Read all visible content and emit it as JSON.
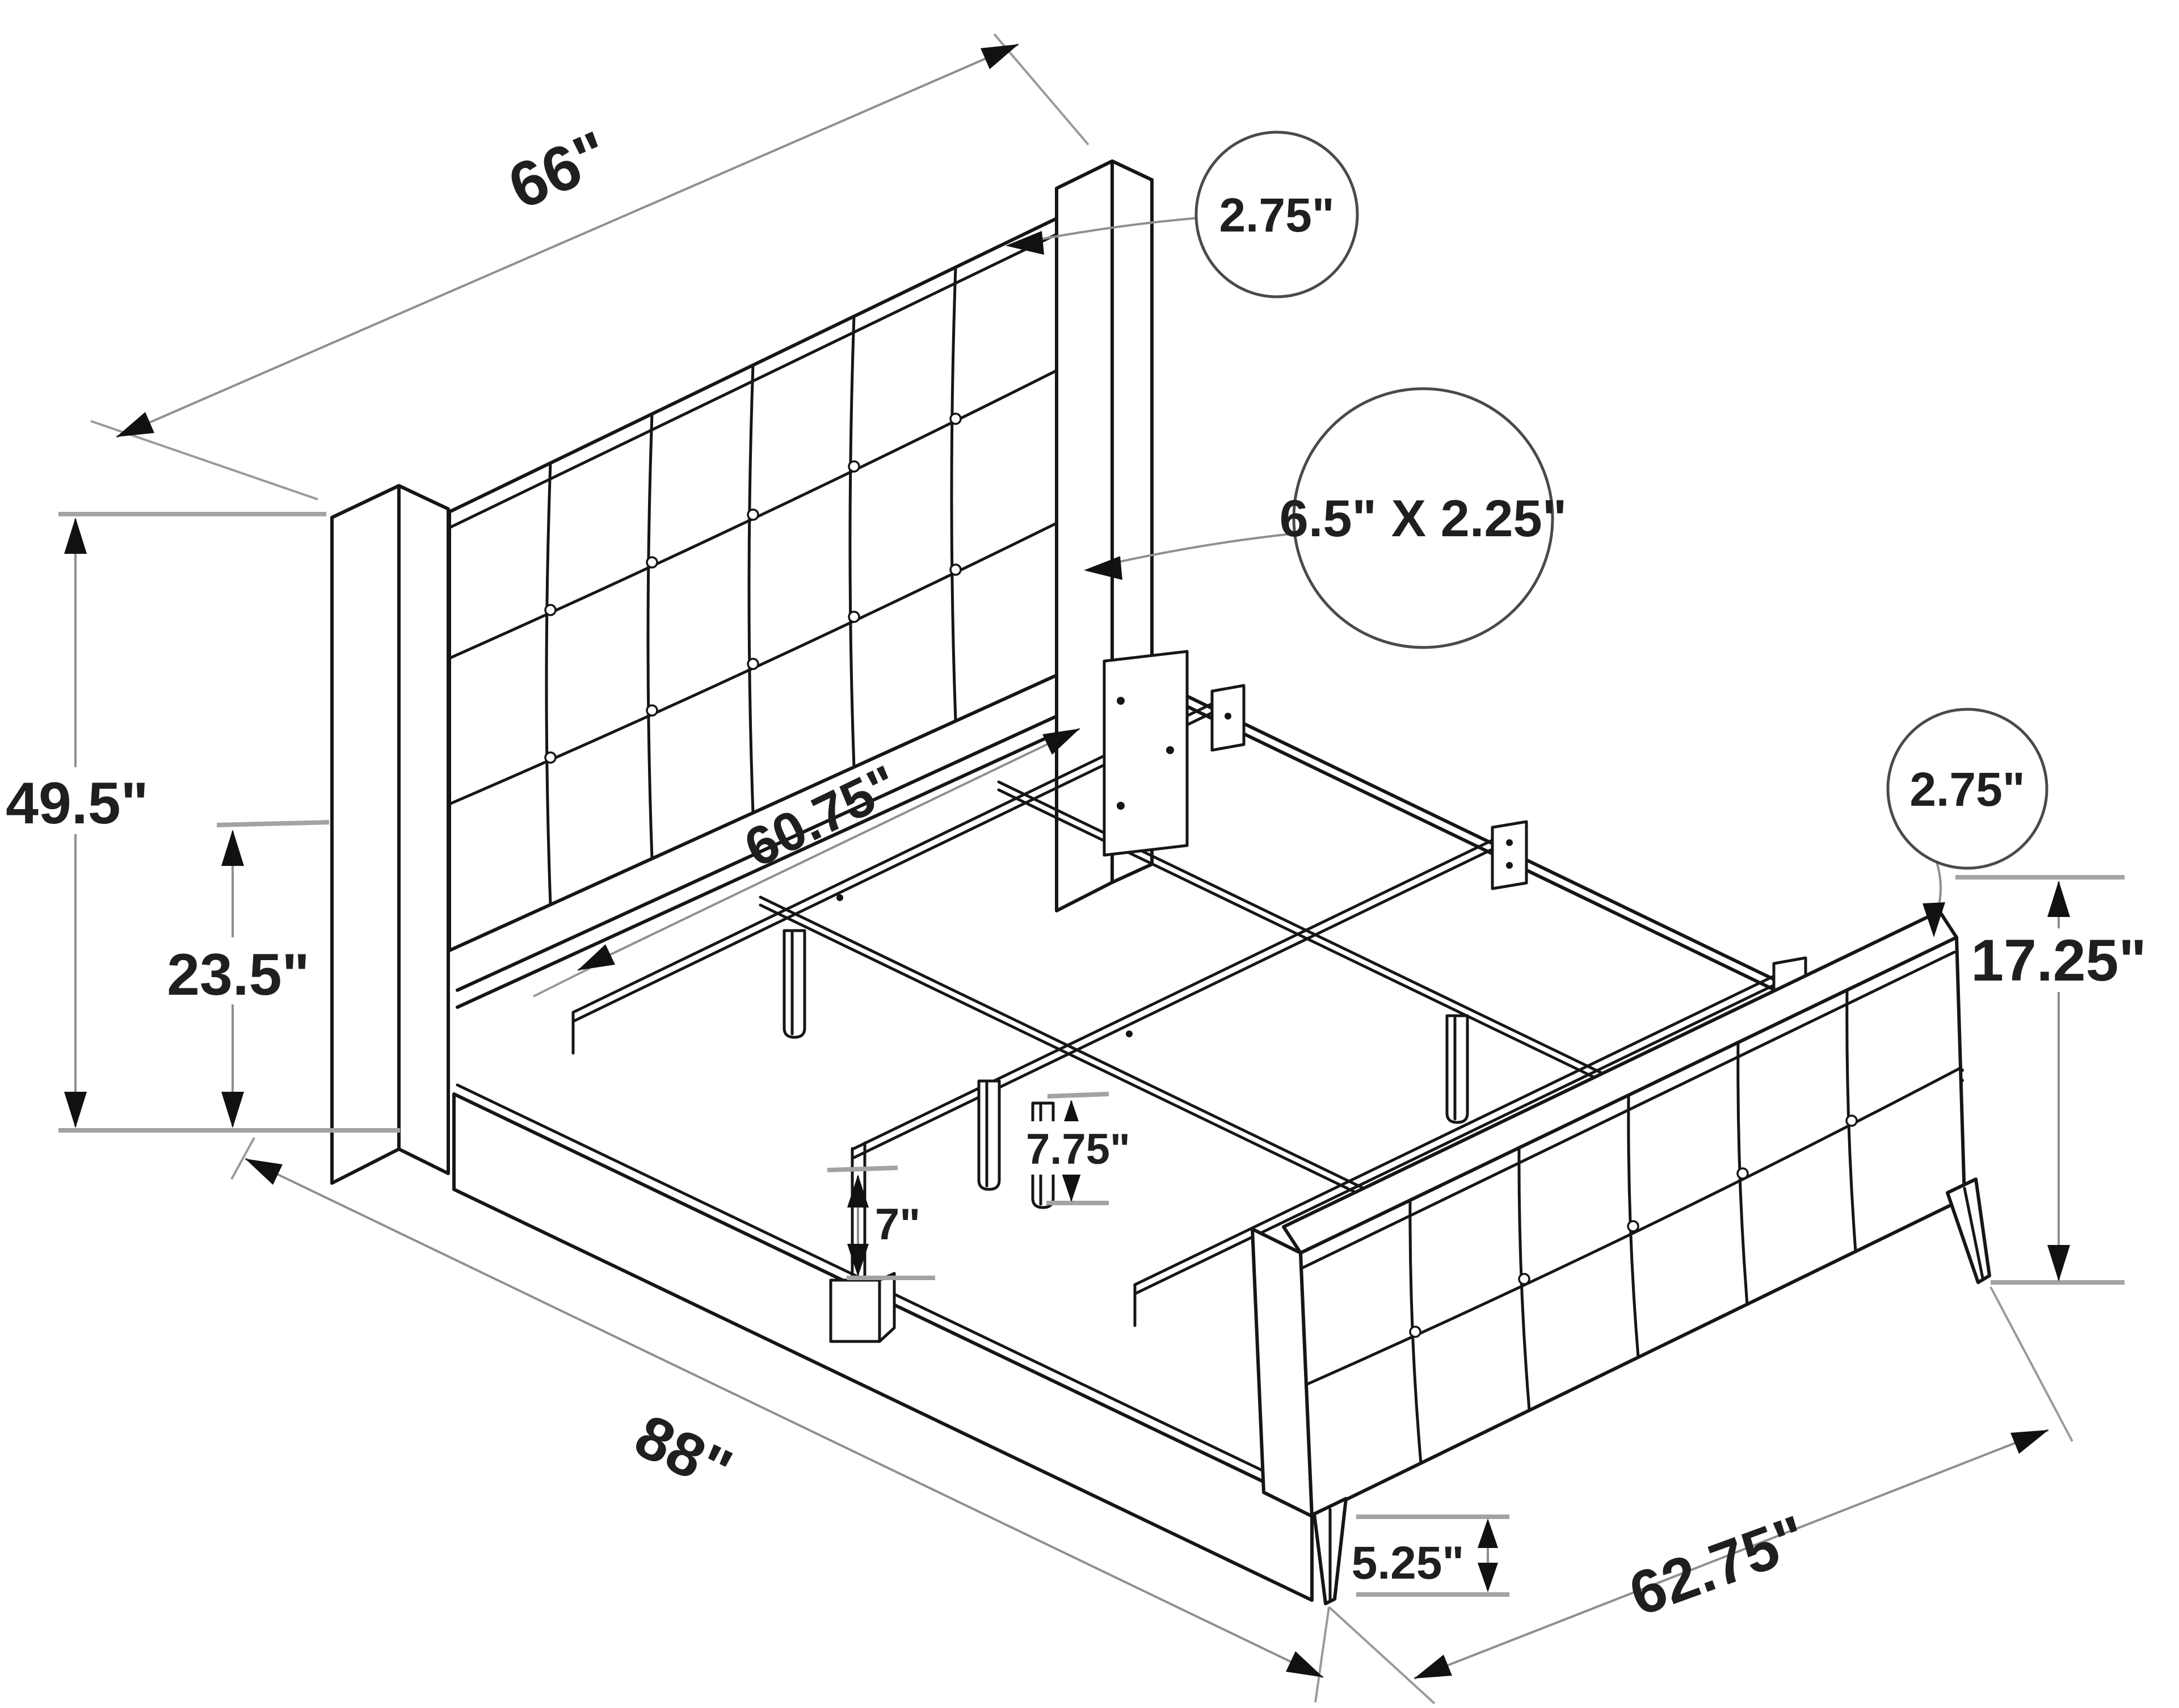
{
  "meta": {
    "type": "furniture-dimension-diagram",
    "subject": "upholstered tufted bed frame, isometric exploded dimension drawing",
    "units": "inches"
  },
  "colors": {
    "background": "#ffffff",
    "outline": "#161616",
    "dimension_line": "#8f8f8f",
    "extension_tick": "#a3a3a3",
    "arrowhead": "#111111",
    "callout_circle": "#4a4a4a",
    "text": "#1f1f1f"
  },
  "labels": {
    "headboard_width": "66\"",
    "headboard_height": "49.5\"",
    "post_lower_height": "23.5\"",
    "headboard_thickness": "2.75\"",
    "bracket_size": "6.5\" X 2.25\"",
    "slat_length": "60.75\"",
    "rail_depth": "7\"",
    "support_leg_height": "7.75\"",
    "footboard_thickness": "2.75\"",
    "footboard_height": "17.25\"",
    "footboard_leg_height": "5.25\"",
    "frame_length": "88\"",
    "frame_width": "62.75\""
  }
}
